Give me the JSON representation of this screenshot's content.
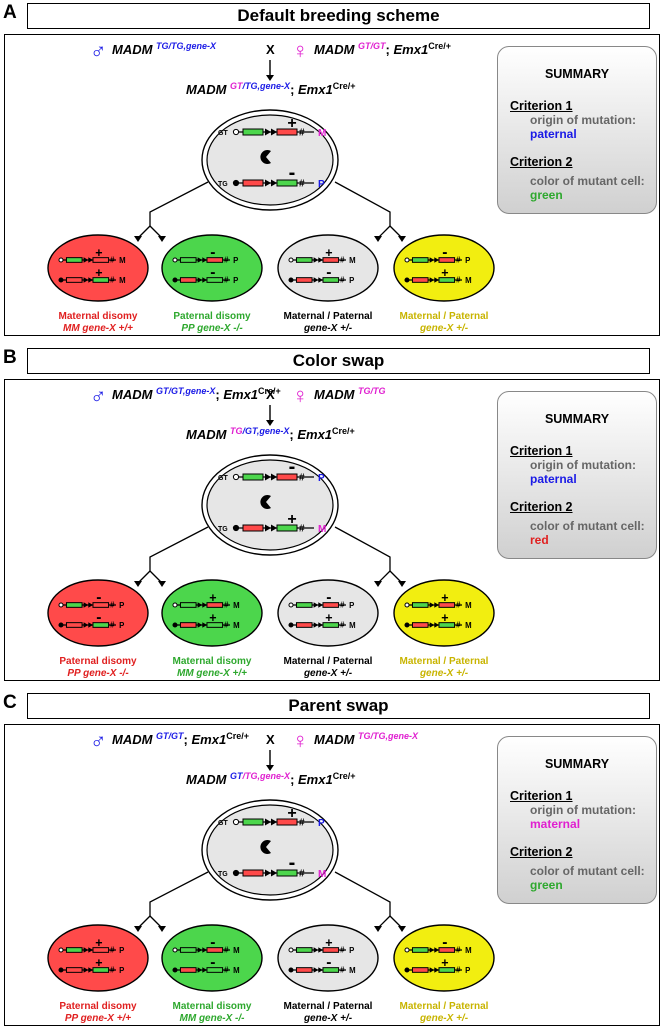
{
  "colors": {
    "blue": "#1a1ae6",
    "magenta": "#e020d0",
    "red": "#e02020",
    "green": "#2ea82e",
    "yellow_text": "#c8b400",
    "cell_red": "#ff4a4a",
    "cell_green": "#4cd64c",
    "cell_gray": "#e6e6e6",
    "cell_yellow": "#f2ee10"
  },
  "common": {
    "x_label": "X",
    "gt_label": "GT",
    "tg_label": "TG",
    "maternal_paternal": "Maternal / Paternal",
    "het": "gene-X +/-",
    "summary_title": "SUMMARY",
    "criterion1": "Criterion 1",
    "criterion1_text": "origin of mutation:",
    "criterion2": "Criterion 2",
    "criterion2_text": "color of mutant cell:",
    "emx": "Emx1",
    "cre": "Cre/+"
  },
  "panels": [
    {
      "letter": "A",
      "title": "Default breeding scheme",
      "male_sup": "TG/TG,gene-X",
      "female_sup": "GT/GT",
      "male_has_emx": false,
      "female_has_emx": true,
      "offspring_sup_a": "GT",
      "offspring_sup_b": "/TG,gene-X",
      "offspring_color_a": "magenta",
      "offspring_color_b": "blue",
      "parent_chr": [
        [
          "+",
          "M"
        ],
        [
          "-",
          "P"
        ]
      ],
      "criterion1_value": "paternal",
      "criterion1_color": "blue",
      "criterion2_value": "green",
      "criterion2_color": "green",
      "cells": [
        {
          "fill": "cell_red",
          "chr": [
            [
              "+",
              "M"
            ],
            [
              "+",
              "M"
            ]
          ],
          "label1": "Maternal disomy",
          "label2": "MM gene-X +/+",
          "text_color": "red"
        },
        {
          "fill": "cell_green",
          "chr": [
            [
              "-",
              "P"
            ],
            [
              "-",
              "P"
            ]
          ],
          "label1": "Paternal disomy",
          "label2": "PP gene-X -/-",
          "text_color": "green"
        },
        {
          "fill": "cell_gray",
          "chr": [
            [
              "+",
              "M"
            ],
            [
              "-",
              "P"
            ]
          ],
          "label1": "Maternal / Paternal",
          "label2": "gene-X +/-",
          "text_color": "black"
        },
        {
          "fill": "cell_yellow",
          "chr": [
            [
              "-",
              "P"
            ],
            [
              "+",
              "M"
            ]
          ],
          "label1": "Maternal / Paternal",
          "label2": "gene-X +/-",
          "text_color": "yellow_text"
        }
      ]
    },
    {
      "letter": "B",
      "title": "Color swap",
      "male_sup": "GT/GT,gene-X",
      "female_sup": "TG/TG",
      "male_has_emx": true,
      "female_has_emx": false,
      "offspring_sup_a": "TG",
      "offspring_sup_b": "/GT,gene-X",
      "offspring_color_a": "magenta",
      "offspring_color_b": "blue",
      "parent_chr": [
        [
          "-",
          "P"
        ],
        [
          "+",
          "M"
        ]
      ],
      "criterion1_value": "paternal",
      "criterion1_color": "blue",
      "criterion2_value": "red",
      "criterion2_color": "red",
      "cells": [
        {
          "fill": "cell_red",
          "chr": [
            [
              "-",
              "P"
            ],
            [
              "-",
              "P"
            ]
          ],
          "label1": "Paternal disomy",
          "label2": "PP gene-X -/-",
          "text_color": "red"
        },
        {
          "fill": "cell_green",
          "chr": [
            [
              "+",
              "M"
            ],
            [
              "+",
              "M"
            ]
          ],
          "label1": "Maternal disomy",
          "label2": "MM gene-X +/+",
          "text_color": "green"
        },
        {
          "fill": "cell_gray",
          "chr": [
            [
              "-",
              "P"
            ],
            [
              "+",
              "M"
            ]
          ],
          "label1": "Maternal / Paternal",
          "label2": "gene-X +/-",
          "text_color": "black"
        },
        {
          "fill": "cell_yellow",
          "chr": [
            [
              "+",
              "M"
            ],
            [
              "+",
              "M"
            ]
          ],
          "label1": "Maternal / Paternal",
          "label2": "gene-X +/-",
          "text_color": "yellow_text"
        }
      ]
    },
    {
      "letter": "C",
      "title": "Parent swap",
      "male_sup": "GT/GT",
      "female_sup": "TG/TG,gene-X",
      "male_has_emx": true,
      "female_has_emx": false,
      "offspring_sup_a": "GT",
      "offspring_sup_b": "/TG,gene-X",
      "offspring_color_a": "blue",
      "offspring_color_b": "magenta",
      "parent_chr": [
        [
          "+",
          "P"
        ],
        [
          "-",
          "M"
        ]
      ],
      "criterion1_value": "maternal",
      "criterion1_color": "magenta",
      "criterion2_value": "green",
      "criterion2_color": "green",
      "cells": [
        {
          "fill": "cell_red",
          "chr": [
            [
              "+",
              "P"
            ],
            [
              "+",
              "P"
            ]
          ],
          "label1": "Paternal disomy",
          "label2": "PP gene-X +/+",
          "text_color": "red"
        },
        {
          "fill": "cell_green",
          "chr": [
            [
              "-",
              "M"
            ],
            [
              "-",
              "M"
            ]
          ],
          "label1": "Maternal disomy",
          "label2": "MM gene-X -/-",
          "text_color": "green"
        },
        {
          "fill": "cell_gray",
          "chr": [
            [
              "+",
              "P"
            ],
            [
              "-",
              "M"
            ]
          ],
          "label1": "Maternal / Paternal",
          "label2": "gene-X +/-",
          "text_color": "black"
        },
        {
          "fill": "cell_yellow",
          "chr": [
            [
              "-",
              "M"
            ],
            [
              "+",
              "P"
            ]
          ],
          "label1": "Maternal / Paternal",
          "label2": "gene-X +/-",
          "text_color": "yellow_text"
        }
      ]
    }
  ]
}
